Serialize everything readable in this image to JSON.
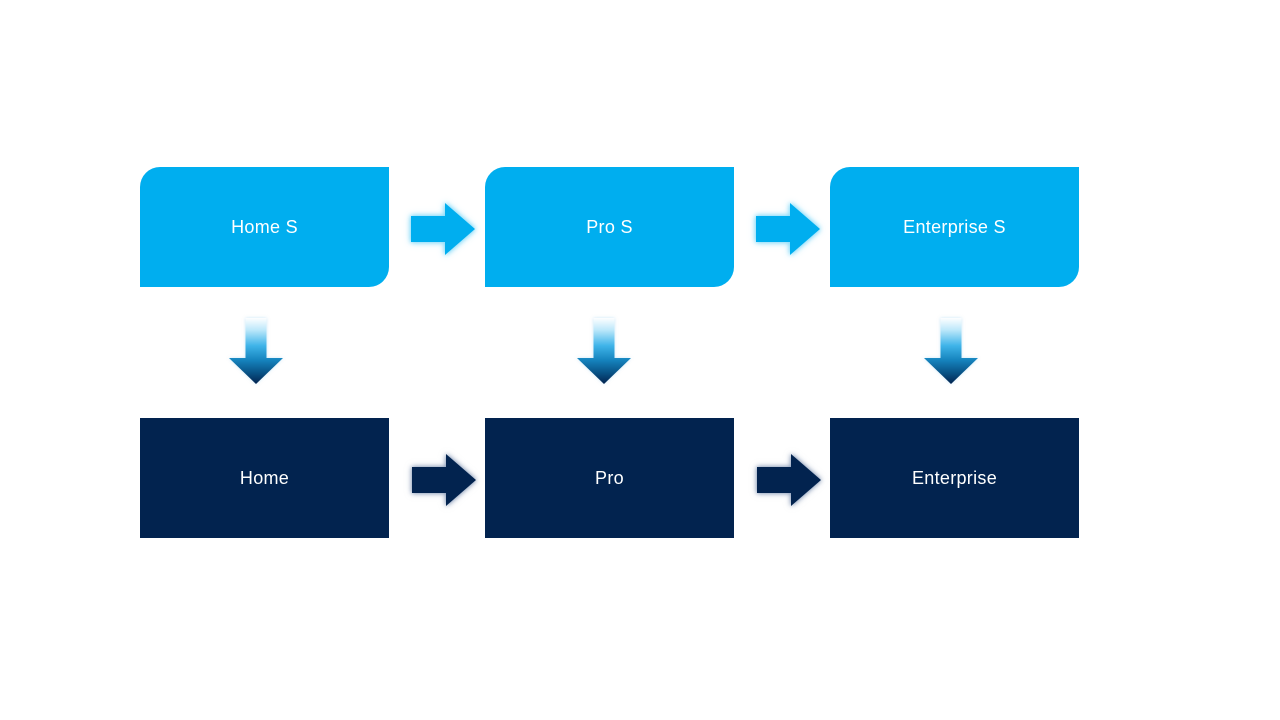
{
  "colors": {
    "light_blue": "#00AEEF",
    "navy": "#02234F",
    "text": "#FFFFFF",
    "background": "#FFFFFF"
  },
  "diagram": {
    "columns": [
      {
        "top_label": "Home S",
        "bottom_label": "Home"
      },
      {
        "top_label": "Pro S",
        "bottom_label": "Pro"
      },
      {
        "top_label": "Enterprise S",
        "bottom_label": "Enterprise"
      }
    ],
    "icons": {
      "horizontal_connector": "right-arrow-icon",
      "vertical_connector": "down-arrow-icon"
    }
  }
}
